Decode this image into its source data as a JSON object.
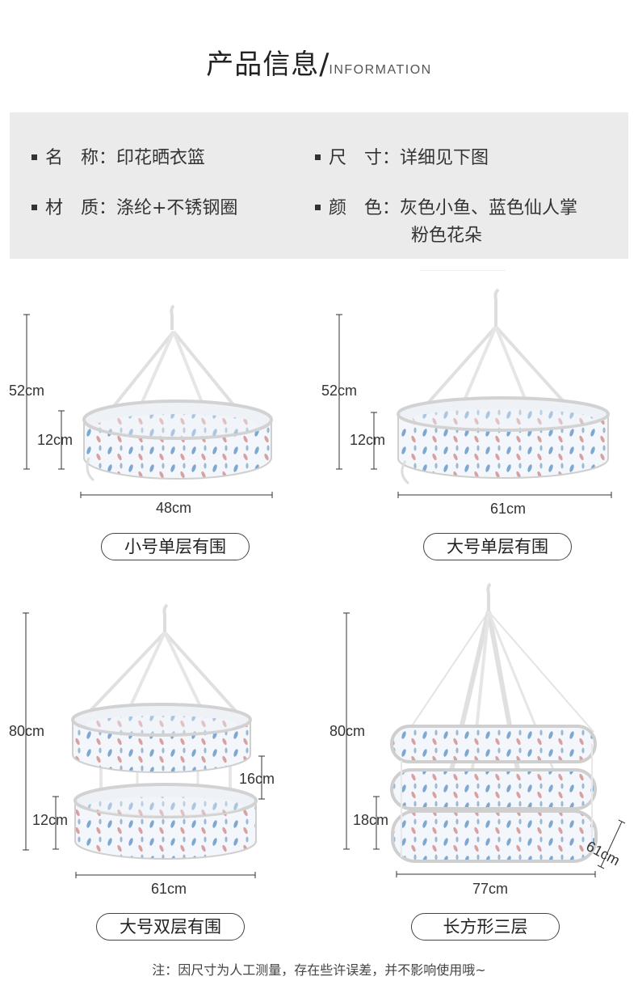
{
  "header": {
    "title_zh": "产品信息",
    "slash": "/",
    "title_en": "INFORMATION"
  },
  "info": {
    "name": "名　称：印花晒衣篮",
    "size": "尺　寸：详细见下图",
    "material": "材　质：涤纶+不锈钢圈",
    "color_line1": "颜　色：灰色小鱼、蓝色仙人掌",
    "color_line2": "粉色花朵"
  },
  "products": [
    {
      "height": "52cm",
      "ring": "12cm",
      "width": "48cm",
      "label": "小号单层有围"
    },
    {
      "height": "52cm",
      "ring": "12cm",
      "width": "61cm",
      "label": "大号单层有围"
    },
    {
      "height": "80cm",
      "ring": "12cm",
      "gap": "16cm",
      "width": "61cm",
      "label": "大号双层有围"
    },
    {
      "height": "80cm",
      "gap": "18cm",
      "width": "77cm",
      "depth": "61cm",
      "label": "长方形三层"
    }
  ],
  "footer": {
    "note": "注：因尺寸为人工测量，存在些许误差，并不影响使用哦~"
  },
  "colors": {
    "info_bg": "#ebebeb",
    "frame": "#d6d6d6",
    "fabric_blue": "#7fa8d0",
    "fabric_pink": "#d9a0a0"
  }
}
